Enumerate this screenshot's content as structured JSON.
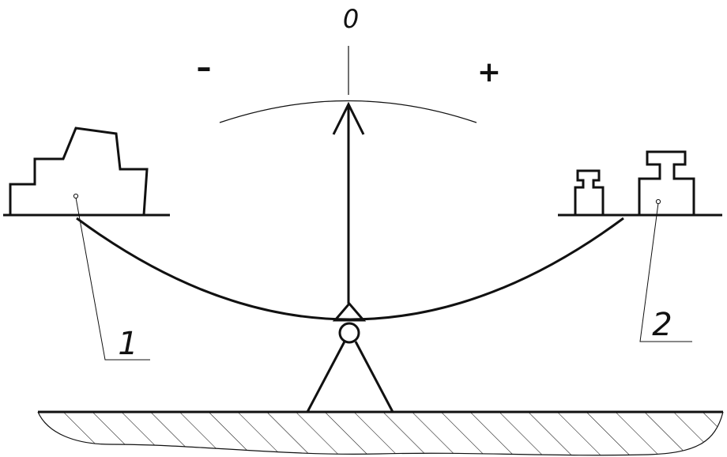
{
  "labels": {
    "zero": "0",
    "minus": "–",
    "plus": "+",
    "object_number": "1",
    "weights_number": "2"
  },
  "colors": {
    "line": "#111111",
    "background": "#ffffff"
  }
}
